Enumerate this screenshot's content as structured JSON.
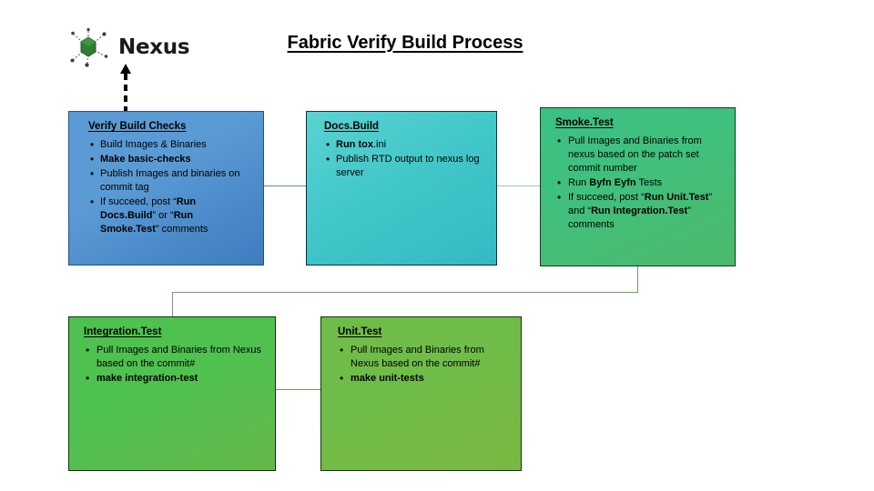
{
  "slide": {
    "title": "Fabric Verify Build Process",
    "background": "#ffffff"
  },
  "logo": {
    "name": "nexus-logo",
    "label": "Nexus",
    "mark_icon": "nexus-node-icon",
    "mark_color": "#2f7d32"
  },
  "arrow": {
    "name": "dashed-up-arrow",
    "direction": "up",
    "style": "dashed",
    "color": "#000000"
  },
  "boxes": [
    {
      "id": "verify",
      "title": "Verify Build Checks",
      "fill": "#5b9bd5",
      "items": [
        [
          {
            "t": "Build Images & Binaries",
            "b": false
          }
        ],
        [
          {
            "t": "Make basic-checks",
            "b": true
          }
        ],
        [
          {
            "t": "Publish Images and binaries on commit tag",
            "b": false
          }
        ],
        [
          {
            "t": "If succeed, post “",
            "b": false
          },
          {
            "t": "Run Docs.Build",
            "b": true
          },
          {
            "t": "” or “",
            "b": false
          },
          {
            "t": "Run Smoke.Test",
            "b": true
          },
          {
            "t": "” comments",
            "b": false
          }
        ]
      ]
    },
    {
      "id": "docs",
      "title": "Docs.Build",
      "fill": "#42c7c9",
      "items": [
        [
          {
            "t": "Run tox",
            "b": true
          },
          {
            "t": ".ini",
            "b": false
          }
        ],
        [
          {
            "t": "Publish RTD output to nexus log server",
            "b": false
          }
        ]
      ]
    },
    {
      "id": "smoke",
      "title": "Smoke.Test",
      "fill": "#3fc07e",
      "items": [
        [
          {
            "t": "Pull Images and Binaries from nexus based on the patch set commit number",
            "b": false
          }
        ],
        [
          {
            "t": "Run ",
            "b": false
          },
          {
            "t": "Byfn Eyfn",
            "b": true
          },
          {
            "t": " Tests",
            "b": false
          }
        ],
        [
          {
            "t": "If succeed, post “",
            "b": false
          },
          {
            "t": "Run Unit.Test",
            "b": true
          },
          {
            "t": "” and “",
            "b": false
          },
          {
            "t": "Run Integration.Test",
            "b": true
          },
          {
            "t": "” comments",
            "b": false
          }
        ]
      ]
    },
    {
      "id": "integration",
      "title": "Integration.Test",
      "fill": "#4fc14f",
      "items": [
        [
          {
            "t": "Pull Images and Binaries from Nexus based on the commit#",
            "b": false
          }
        ],
        [
          {
            "t": "make integration-test",
            "b": true
          }
        ]
      ]
    },
    {
      "id": "unit",
      "title": "Unit.Test",
      "fill": "#70bc48",
      "items": [
        [
          {
            "t": "Pull Images and Binaries from Nexus based on the commit#",
            "b": false
          }
        ],
        [
          {
            "t": "make unit-tests",
            "b": true
          }
        ]
      ]
    }
  ],
  "connectors": [
    {
      "name": "connector-verify-to-docs",
      "color": "#5b8f9e"
    },
    {
      "name": "connector-docs-to-smoke",
      "color": "#7fc2ba"
    },
    {
      "name": "connector-smoke-to-integration",
      "color": "#6aa06a"
    },
    {
      "name": "connector-integration-to-unit",
      "color": "#8a8a58"
    }
  ]
}
